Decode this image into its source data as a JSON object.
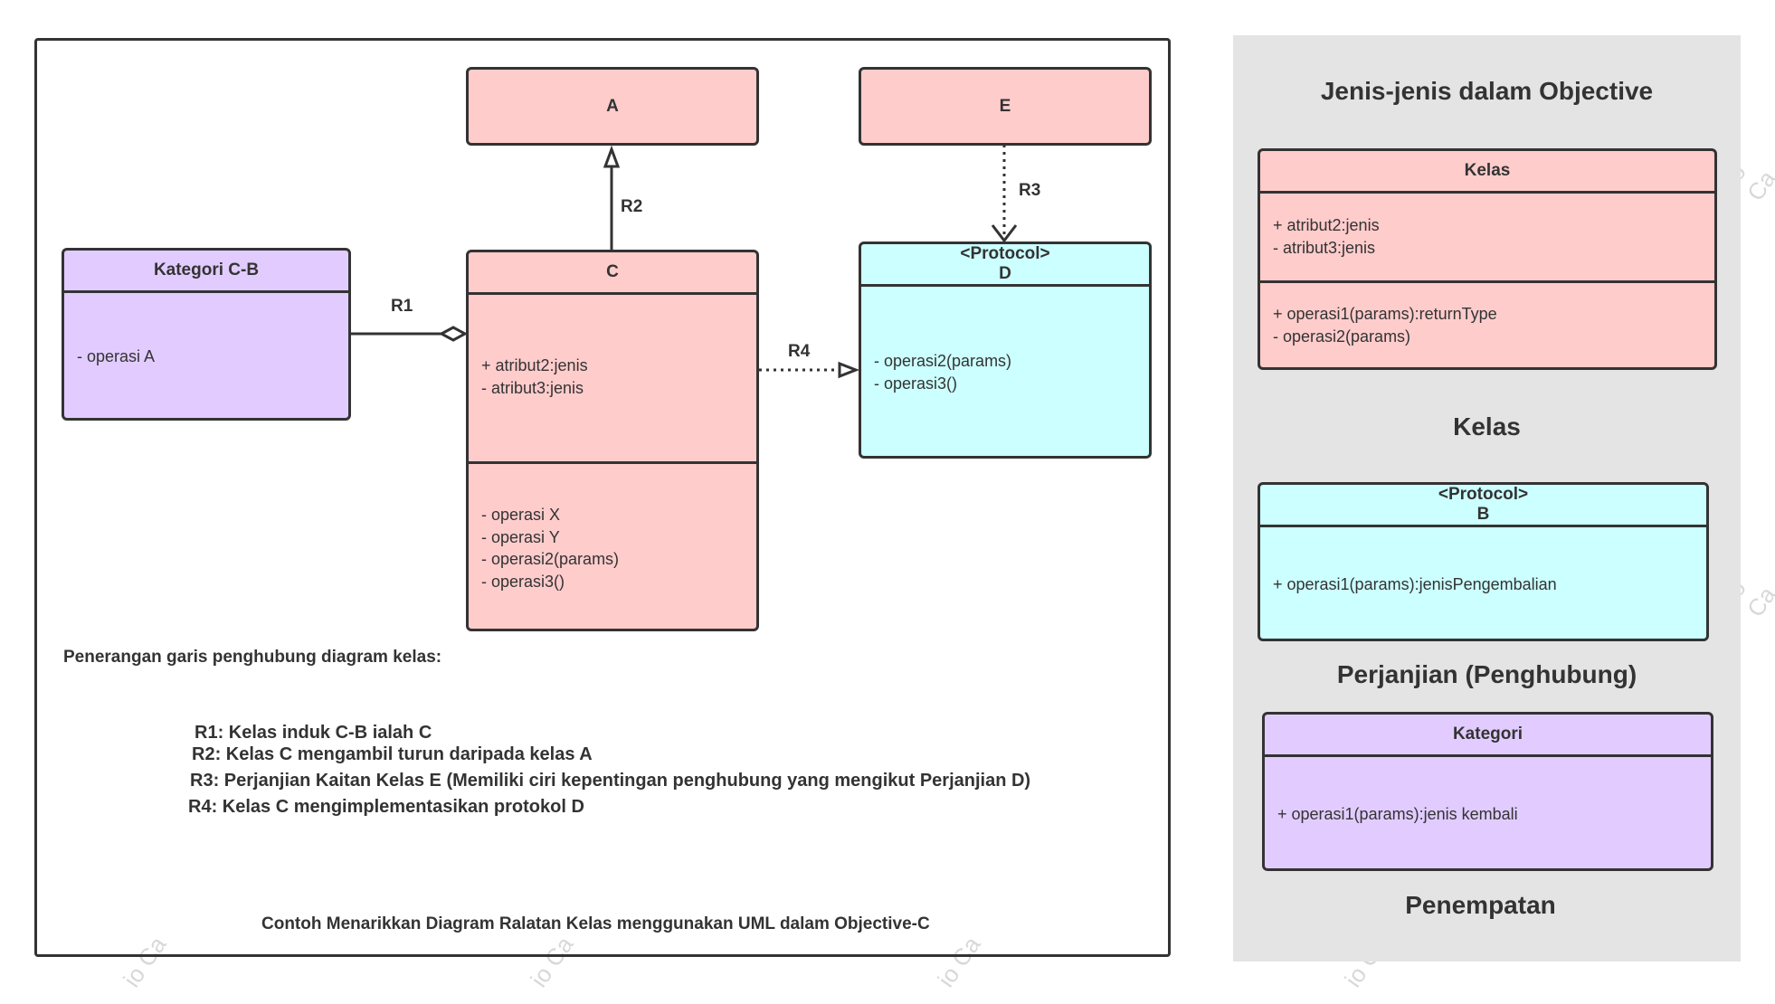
{
  "diagram": {
    "class_a": {
      "title": "A"
    },
    "class_e": {
      "title": "E"
    },
    "class_c": {
      "title": "C",
      "attributes": "+ atribut2:jenis\n- atribut3:jenis",
      "operations": "- operasi X\n- operasi Y\n- operasi2(params)\n- operasi3()"
    },
    "category_cb": {
      "title": "Kategori C-B",
      "operations": "- operasi A"
    },
    "protocol_d": {
      "stereotype": "<Protocol>",
      "title": "D",
      "operations": "- operasi2(params)\n- operasi3()"
    },
    "relations": {
      "r1": "R1",
      "r2": "R2",
      "r3": "R3",
      "r4": "R4"
    },
    "legend": {
      "heading": "Penerangan garis penghubung diagram kelas:",
      "r1": "R1: Kelas induk C-B ialah C",
      "r2": "R2: Kelas C mengambil turun daripada kelas A",
      "r3": "R3: Perjanjian Kaitan Kelas E (Memiliki ciri kepentingan penghubung yang mengikut Perjanjian D)",
      "r4": "R4: Kelas C mengimplementasikan protokol D"
    },
    "caption": "Contoh Menarikkan Diagram Ralatan Kelas menggunakan UML dalam Objective-C"
  },
  "sidebar": {
    "heading": "Jenis-jenis dalam Objective",
    "class_example": {
      "title": "Kelas",
      "attributes": "+ atribut2:jenis\n- atribut3:jenis",
      "operations": "+ operasi1(params):returnType\n- operasi2(params)"
    },
    "class_label": "Kelas",
    "protocol_example": {
      "stereotype": "<Protocol>",
      "title": "B",
      "operations": "+ operasi1(params):jenisPengembalian"
    },
    "protocol_label": "Perjanjian (Penghubung)",
    "category_example": {
      "title": "Kategori",
      "operations": "+ operasi1(params):jenis kembali"
    },
    "category_label": "Penempatan"
  },
  "watermark": "io Ca",
  "colors": {
    "class_fill": "#ffcccc",
    "protocol_fill": "#ccffff",
    "category_fill": "#e2ccff",
    "stroke": "#333333",
    "panel_bg": "#e4e4e4"
  }
}
